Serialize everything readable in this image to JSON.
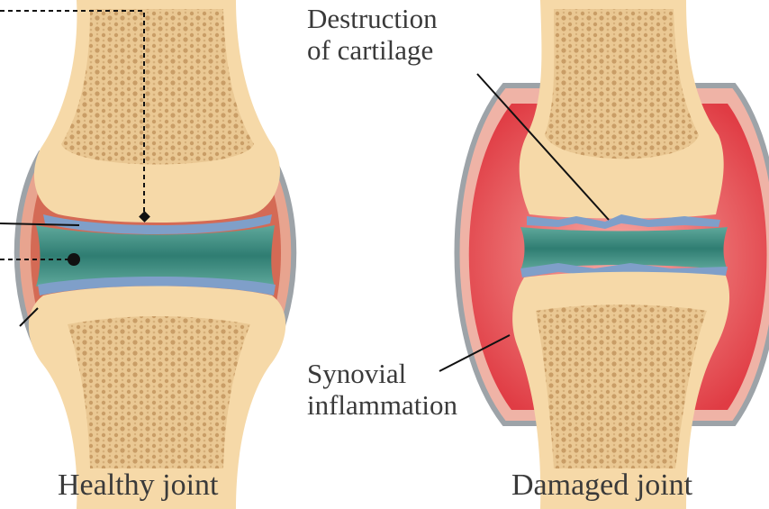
{
  "figure": {
    "joints": [
      {
        "caption": "Healthy joint"
      },
      {
        "caption": "Damaged joint"
      }
    ],
    "labels": {
      "cartilage_destruction": [
        "Destruction",
        "of cartilage"
      ],
      "synovial_inflammation": [
        "Synovial",
        "inflammation"
      ]
    }
  },
  "colors": {
    "bone_outer": "#f6d9a8",
    "bone_spongy": "#e9c78f",
    "bone_pore": "#c9a06a",
    "synovial_fluid": "#3f8c80",
    "cartilage": "#7f9fc9",
    "synovium": "#d85a4a",
    "inflamed": "#e8484e",
    "capsule": "#9da3a8",
    "text": "#3a3a3a",
    "leader": "#111111"
  }
}
